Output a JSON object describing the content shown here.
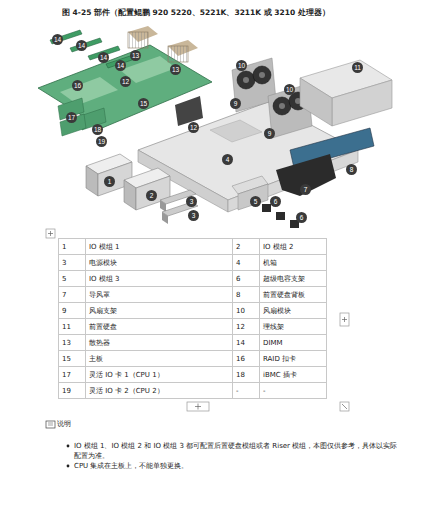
{
  "diagram": {
    "title": "图 4-25 部件（配置鲲鹏 920 5220、5221K、3211K 或 3210 处理器）",
    "labels": [
      "14",
      "14",
      "13",
      "14",
      "13",
      "14",
      "12",
      "16",
      "15",
      "17",
      "18",
      "19",
      "12",
      "10",
      "9",
      "10",
      "9",
      "11",
      "4",
      "8",
      "7",
      "1",
      "2",
      "3",
      "3",
      "5",
      "6",
      "6",
      "1",
      "IO 模组 1",
      "2",
      "IO 模组 2",
      "3",
      "电源模块",
      "4",
      "机箱",
      "5",
      "IO 模组 3",
      "6",
      "超级电容支架",
      "7",
      "导风罩",
      "8",
      "前置硬盘背板",
      "9",
      "风扇支架",
      "10",
      "风扇模块",
      "11",
      "前置硬盘",
      "12",
      "理线架",
      "13",
      "散热器",
      "14",
      "DIMM",
      "15",
      "主板",
      "16",
      "RAID 扣卡",
      "17",
      "灵活 IO 卡 1（CPU 1）",
      "18",
      "iBMC 插卡",
      "19",
      "灵活 IO 卡 2（CPU 2）",
      "-",
      "-",
      "说明",
      "IO 模组 1、IO 模组 2 和 IO 模组 3 都可配置后置硬盘模组或者 Riser 模组，本图仅供参考，具体以实际配置为准。",
      "CPU 集成在主板上，不能单独更换。"
    ]
  }
}
